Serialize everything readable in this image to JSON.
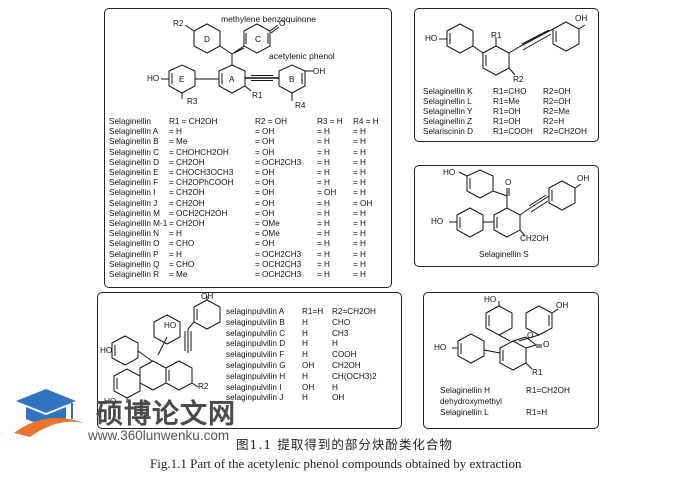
{
  "panel1": {
    "annot_top": "methylene benzoquinone",
    "annot_mid": "acetylenic phenol",
    "ring_labels": [
      "C",
      "D",
      "A",
      "B",
      "E"
    ],
    "atoms": {
      "R2": "R2",
      "R1": "R1",
      "R3": "R3",
      "R4": "R4",
      "O": "O",
      "HO": "HO",
      "OH": "OH"
    },
    "header": {
      "name": "Selaginellin",
      "r1": "R1 = CH2OH",
      "r2": "R2 = OH",
      "r3": "R3 = H",
      "r4": "R4 = H"
    },
    "rows": [
      [
        "Selaginellin A",
        "= H",
        "= OH",
        "= H",
        "= H"
      ],
      [
        "Selaginellin B",
        "= Me",
        "= OH",
        "= H",
        "= H"
      ],
      [
        "Selaginellin C",
        "= CHOHCH2OH",
        "= OH",
        "= H",
        "= H"
      ],
      [
        "Selaginellin D",
        "= CH2OH",
        "= OCH2CH3",
        "= H",
        "= H"
      ],
      [
        "Selaginellin E",
        "= CHOCH3OCH3",
        "= OH",
        "= H",
        "= H"
      ],
      [
        "Selaginellin F",
        "= CH2OPhCOOH",
        "= OH",
        "= H",
        "= H"
      ],
      [
        "Selaginellin I",
        "= CH2OH",
        "= OH",
        "= OH",
        "= H"
      ],
      [
        "Selaginellin J",
        "= CH2OH",
        "= OH",
        "= H",
        "= OH"
      ],
      [
        "Selaginellin M",
        "= OCH2CH2OH",
        "= OH",
        "= H",
        "= H"
      ],
      [
        "Selaginellin M-1",
        "= CH2OH",
        "= OMe",
        "= H",
        "= H"
      ],
      [
        "Selaginellin N",
        "= H",
        "= OMe",
        "= H",
        "= H"
      ],
      [
        "Selaginellin O",
        "= CHO",
        "= OH",
        "= H",
        "= H"
      ],
      [
        "Selaginellin P",
        "= H",
        "= OCH2CH3",
        "= H",
        "= H"
      ],
      [
        "Selaginellin Q",
        "= CHO",
        "= OCH2CH3",
        "= H",
        "= H"
      ],
      [
        "Selaginellin R",
        "= Me",
        "= OCH2CH3",
        "= H",
        "= H"
      ]
    ]
  },
  "panel2": {
    "atoms": {
      "HO": "HO",
      "OH": "OH",
      "R1": "R1",
      "R2": "R2"
    },
    "rows": [
      [
        "Selaginellin K",
        "R1=CHO",
        "R2=OH"
      ],
      [
        "Selaginellin L",
        "R1=Me",
        "R2=OH"
      ],
      [
        "Selaginellin Y",
        "R1=OH",
        "R2=Me"
      ],
      [
        "Selaginellin Z",
        "R1=OH",
        "R2=H"
      ],
      [
        "Selariscinin D",
        "R1=COOH",
        "R2=CH2OH"
      ]
    ]
  },
  "panel3": {
    "atoms": {
      "HO_top": "HO",
      "HO_left": "HO",
      "O": "O",
      "OH": "OH",
      "CH2OH": "CH2OH"
    },
    "name": "Selaginellin S"
  },
  "panel4": {
    "atoms": {
      "OH_top": "OH",
      "HO_top": "HO",
      "HO_left": "HO",
      "HO_bottom": "HO",
      "R2": "R2"
    },
    "header": [
      "selaginpulvilin A",
      "R1=H",
      "R2=CH2OH"
    ],
    "rows": [
      [
        "selaginpulvilin B",
        "H",
        "CHO"
      ],
      [
        "selaginpulvilin C",
        "H",
        "CH3"
      ],
      [
        "selaginpulvilin D",
        "H",
        "H"
      ],
      [
        "selaginpulvilin F",
        "H",
        "COOH"
      ],
      [
        "selaginpulvilin G",
        "OH",
        "CH2OH"
      ],
      [
        "selaginpulvilin H",
        "H",
        "CH(OCH3)2"
      ],
      [
        "selaginpulvilin I",
        "OH",
        "H"
      ],
      [
        "selaginpulvilin J",
        "H",
        "OH"
      ]
    ]
  },
  "panel5": {
    "atoms": {
      "HO_a": "HO",
      "OH_b": "OH",
      "HO_c": "HO",
      "O_ring": "O",
      "O_keto": "O",
      "R1": "R1"
    },
    "lines": [
      "Selaginellin H",
      "R1=CH2OH",
      "dehydroxymethyl",
      "Selaginellin L",
      "R1=H"
    ]
  },
  "watermark": {
    "chinese": "硕博论文网",
    "url": "www.360lunwenku.com"
  },
  "caption": {
    "zh": "图1.1  提取得到的部分炔酚类化合物",
    "en": "Fig.1.1  Part of the acetylenic phenol compounds obtained by extraction"
  }
}
